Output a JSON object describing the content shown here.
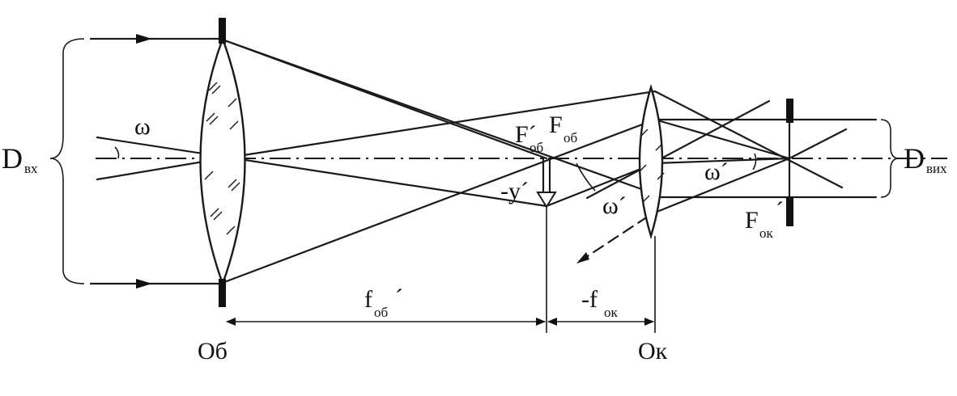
{
  "labels": {
    "d_in": "D",
    "d_in_sub": "вх",
    "d_out": "D",
    "d_out_sub": "вих",
    "omega": "ω",
    "omega_prime_right": "ω´",
    "omega_prime_mid": "ω´",
    "f_ob_prime": "F´",
    "f_ob_prime_sub": "об",
    "f_ob": "F",
    "f_ob_sub": "об",
    "y_prime": "-y´",
    "f_ok_prime": "F",
    "f_ok_prime_sub": "ок",
    "f_ok_prime_mark": "´",
    "dist_ob": "f",
    "dist_ob_sub": "об",
    "dist_ob_mark": "´",
    "dist_ok": "-f",
    "dist_ok_sub": "ок",
    "objective": "Об",
    "eyepiece": "Ок"
  }
}
